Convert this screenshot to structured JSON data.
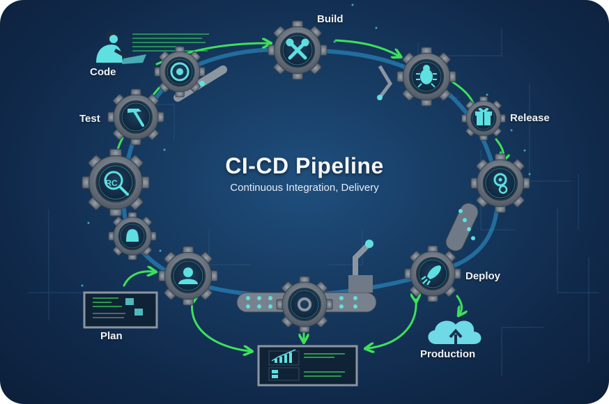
{
  "title": "CI-CD Pipeline",
  "subtitle": "Continuous Integration, Delivery",
  "colors": {
    "background": "#173b62",
    "accent_cyan": "#5fe0e0",
    "arrow_green": "#3ee05a",
    "gear_gray": "#6f7a86",
    "label_text": "#f1f4f7"
  },
  "stages": [
    {
      "id": "code",
      "label": "Code",
      "icon": "developer-icon"
    },
    {
      "id": "build",
      "label": "Build",
      "icon": "tools-icon"
    },
    {
      "id": "bug-test",
      "label": "",
      "icon": "bug-icon"
    },
    {
      "id": "release",
      "label": "Release",
      "icon": "gift-icon"
    },
    {
      "id": "configure",
      "label": "",
      "icon": "gears-icon"
    },
    {
      "id": "deploy",
      "label": "Deploy",
      "icon": "rocket-icon"
    },
    {
      "id": "production",
      "label": "Production",
      "icon": "cloud-upload-icon"
    },
    {
      "id": "monitor",
      "label": "",
      "icon": "dashboard-icon"
    },
    {
      "id": "plan",
      "label": "Plan",
      "icon": "monitor-icon"
    },
    {
      "id": "collaborate",
      "label": "",
      "icon": "user-icon"
    },
    {
      "id": "package",
      "label": "",
      "icon": "bell-icon"
    },
    {
      "id": "review",
      "label": "",
      "icon": "magnifier-icon"
    },
    {
      "id": "test",
      "label": "Test",
      "icon": "hammer-icon"
    }
  ],
  "magnifier_text": "RC"
}
